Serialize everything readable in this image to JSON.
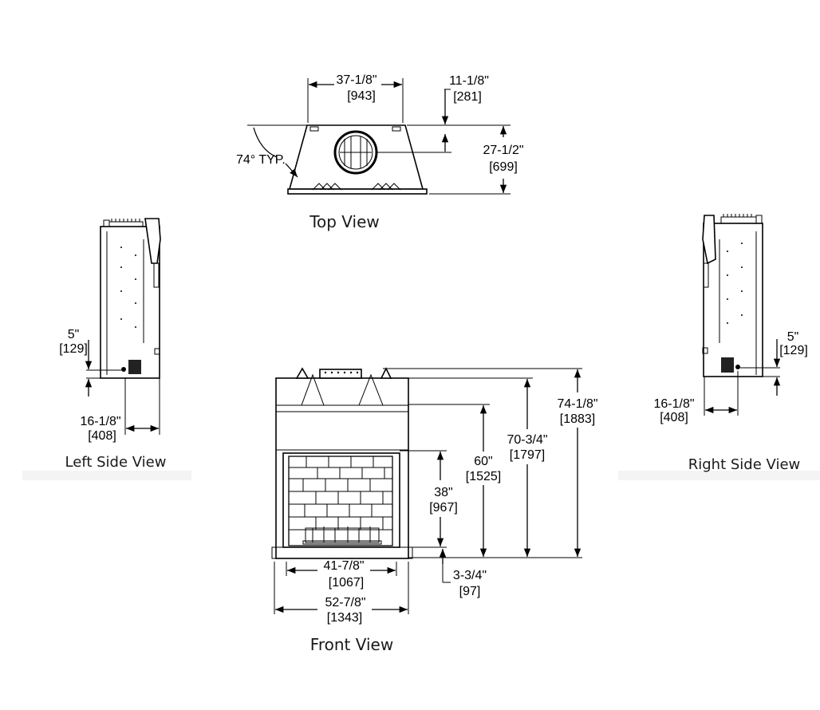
{
  "views": {
    "top": {
      "caption": "Top View",
      "width_in": "37-1/8\"",
      "width_mm": "[943]",
      "flue_in": "11-1/8\"",
      "flue_mm": "[281]",
      "depth_in": "27-1/2\"",
      "depth_mm": "[699]",
      "angle": "74° TYP."
    },
    "left": {
      "caption": "Left Side View",
      "vent_in": "5\"",
      "vent_mm": "[129]",
      "depth_in": "16-1/8\"",
      "depth_mm": "[408]"
    },
    "right": {
      "caption": "Right Side View",
      "vent_in": "5\"",
      "vent_mm": "[129]",
      "depth_in": "16-1/8\"",
      "depth_mm": "[408]"
    },
    "front": {
      "caption": "Front View",
      "opening_w_in": "41-7/8\"",
      "opening_w_mm": "[1067]",
      "overall_w_in": "52-7/8\"",
      "overall_w_mm": "[1343]",
      "opening_h_in": "38\"",
      "opening_h_mm": "[967]",
      "face_h_in": "60\"",
      "face_h_mm": "[1525]",
      "body_h_in": "70-3/4\"",
      "body_h_mm": "[1797]",
      "overall_h_in": "74-1/8\"",
      "overall_h_mm": "[1883]",
      "base_h_in": "3-3/4\"",
      "base_h_mm": "[97]"
    }
  }
}
